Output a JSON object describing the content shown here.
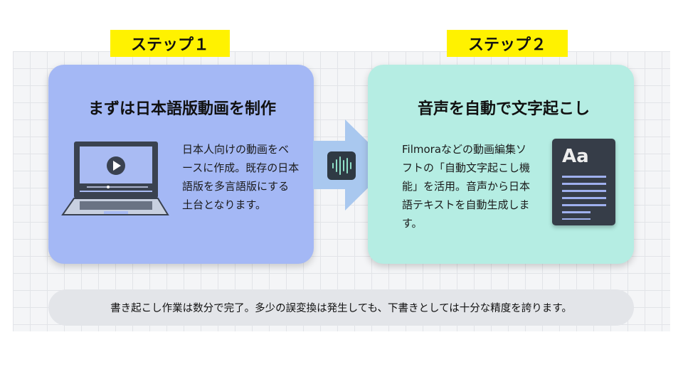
{
  "steps": [
    {
      "label": "ステップ１",
      "title": "まずは日本語版動画を制作",
      "description": "日本人向けの動画をベースに作成。既存の日本語版を多言語版にする土台となります。"
    },
    {
      "label": "ステップ２",
      "title": "音声を自動で文字起こし",
      "description": "Filmoraなどの動画編集ソフトの「自動文字起こし機能」を活用。音声から日本語テキストを自動生成します。",
      "doc_icon_text": "Aa"
    }
  ],
  "footer": "書き起こし作業は数分で完了。多少の誤変換は発生しても、下書きとしては十分な精度を誇ります。",
  "colors": {
    "step_label": "#fff200",
    "card1": "#a4b8f5",
    "card2": "#b5ede3"
  }
}
